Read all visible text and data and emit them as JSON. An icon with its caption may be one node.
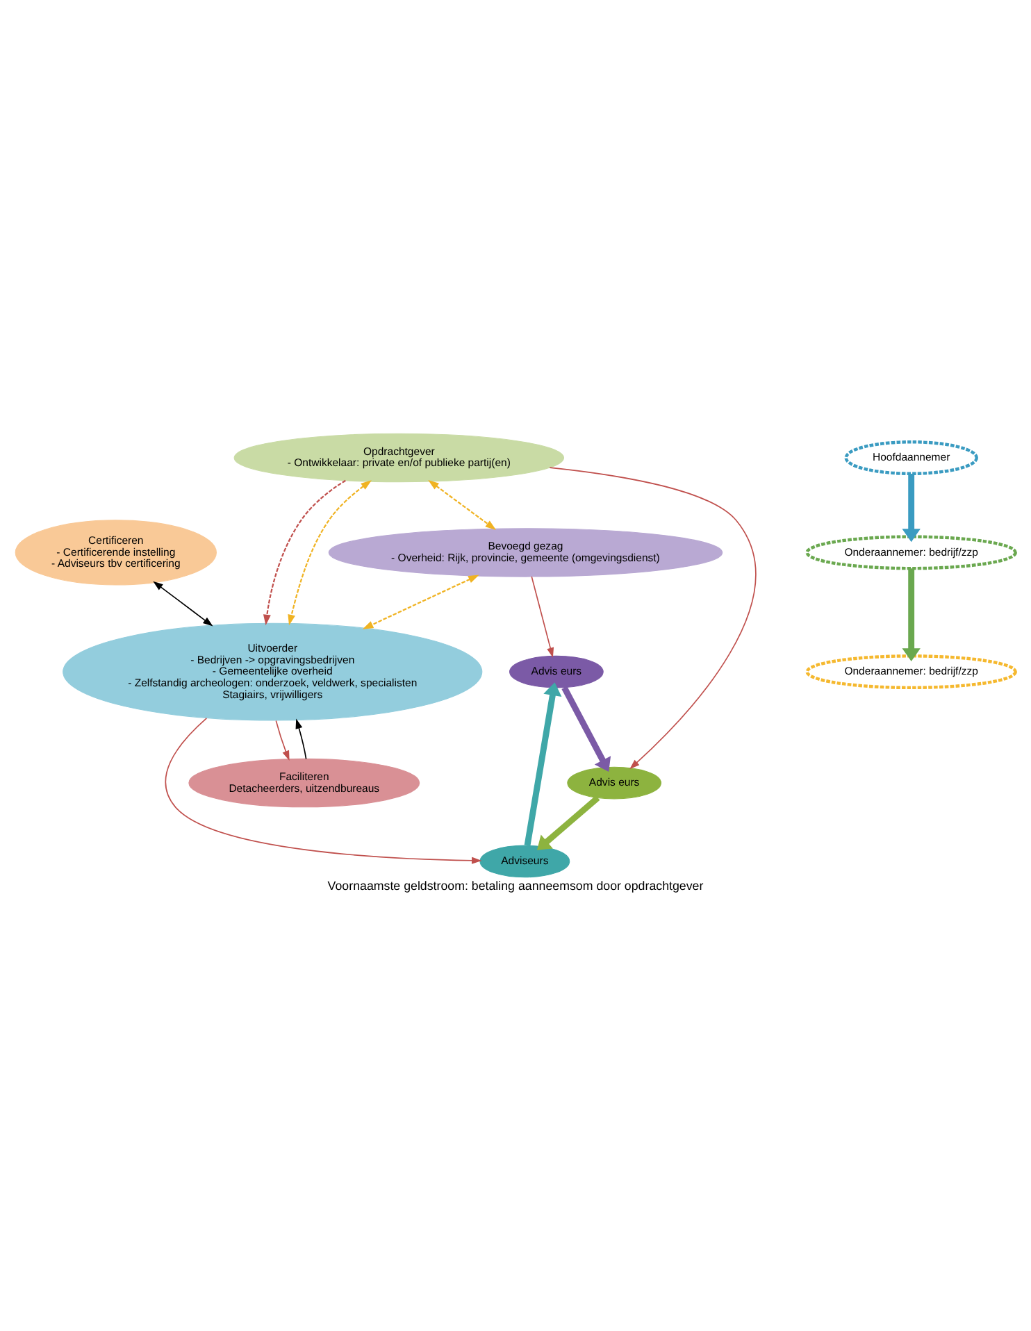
{
  "diagram": {
    "caption": "Voornaamste geldstroom: betaling aanneemsom door opdrachtgever",
    "nodes": [
      {
        "text": [
          "Opdrachtgever",
          "- Ontwikkelaar: private en/of publieke partij(en)"
        ]
      },
      {
        "text": [
          "Bevoegd gezag",
          "- Overheid: Rijk, provincie, gemeente (omgevingsdienst)"
        ]
      },
      {
        "text": [
          "Advis eurs"
        ]
      },
      {
        "text": [
          "Advis eurs"
        ]
      },
      {
        "text": [
          "Adviseurs"
        ]
      },
      {
        "text": [
          "Uitvoerder",
          "- Bedrijven -> opgravingsbedrijven",
          "- Gemeentelijke overheid",
          "- Zelfstandig archeologen: onderzoek, veldwerk, specialisten",
          "Stagiairs, vrijwilligers"
        ]
      },
      {
        "text": [
          "Hoofdaannemer"
        ]
      },
      {
        "text": [
          "Onderaannemer: bedrijf/zzp"
        ]
      },
      {
        "text": [
          "Onderaannemer: bedrijf/zzp"
        ]
      },
      {
        "text": [
          "Certificeren",
          "- Certificerende instelling",
          "- Adviseurs tbv certificering"
        ]
      },
      {
        "text": [
          "Faciliteren",
          "Detacheerders, uitzendbureaus"
        ]
      }
    ],
    "edges": [
      {
        "from": 0,
        "to": 1,
        "arrow": "both",
        "style": "dashed",
        "color": "#f0b323"
      },
      {
        "from": 0,
        "to": 3,
        "arrow": "to"
      },
      {
        "from": 1,
        "to": 2,
        "arrow": "to"
      },
      {
        "from": 0,
        "to": 5,
        "arrow": "to",
        "style": "dashed"
      },
      {
        "from": 0,
        "to": 5,
        "arrow": "both",
        "style": "dashed",
        "color": "#f0b323"
      },
      {
        "from": 1,
        "to": 5,
        "arrow": "both",
        "style": "dashed",
        "color": "#f0b323"
      },
      {
        "from": 5,
        "to": 4,
        "arrow": "to"
      },
      {
        "from": 2,
        "to": 3,
        "arrow": "to",
        "style": "thick",
        "color": "#7b5aa6"
      },
      {
        "from": 3,
        "to": 4,
        "arrow": "to",
        "style": "thick",
        "color": "#8db33f"
      },
      {
        "from": 4,
        "to": 2,
        "arrow": "to",
        "style": "thick",
        "color": "#3fa7a8"
      },
      {
        "from": 9,
        "to": 5,
        "arrow": "both",
        "color": "#000000"
      },
      {
        "from": 10,
        "to": 5,
        "arrow": "to",
        "color": "#000000"
      },
      {
        "from": 5,
        "to": 10,
        "arrow": "to"
      },
      {
        "from": 6,
        "to": 7,
        "arrow": "to",
        "style": "thick",
        "color": "#3a9bc1"
      },
      {
        "from": 7,
        "to": 8,
        "arrow": "to",
        "style": "thick",
        "color": "#6aa84f"
      }
    ]
  }
}
